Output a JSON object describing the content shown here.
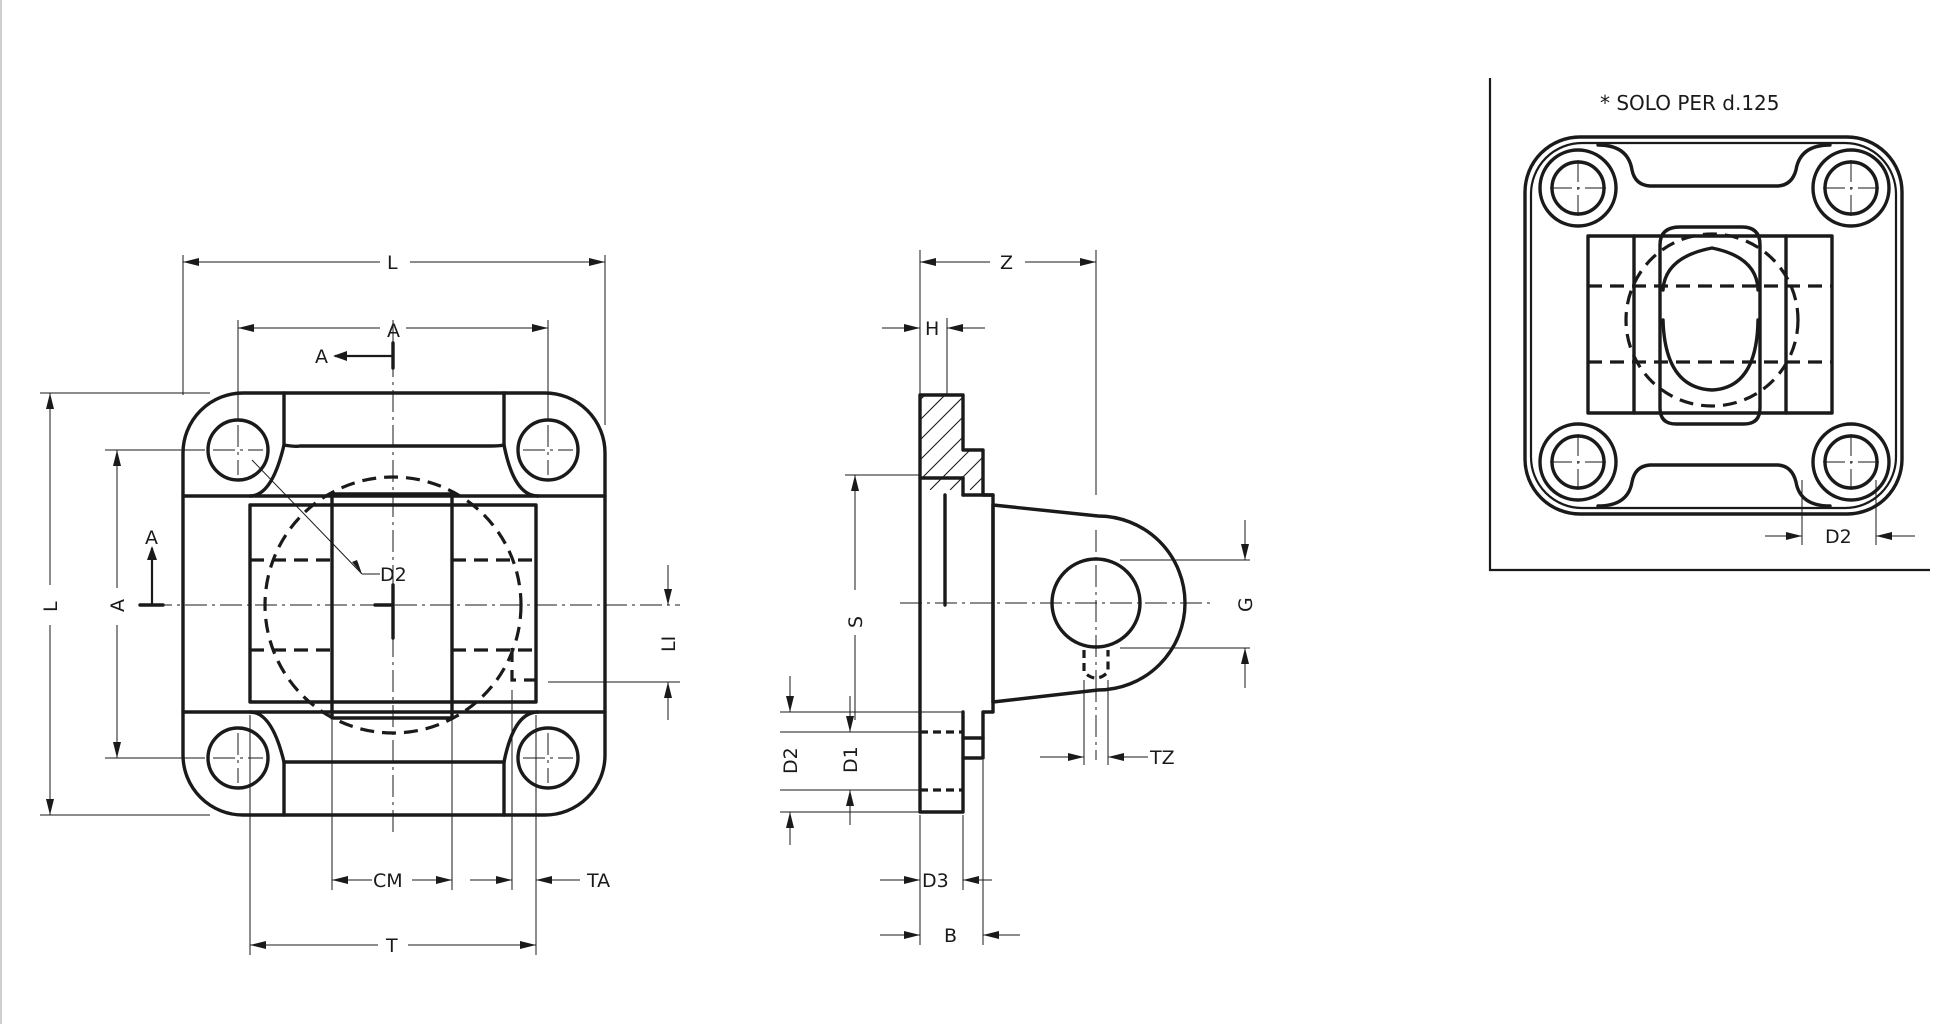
{
  "front_view": {
    "dim_L_top": "L",
    "dim_A_top": "A",
    "dim_L_left": "L",
    "dim_A_left": "A",
    "section_marker_top": "A",
    "section_marker_left": "A",
    "dim_D2": "D2",
    "dim_LI": "LI",
    "dim_CM": "CM",
    "dim_TA": "TA",
    "dim_T": "T"
  },
  "side_view": {
    "dim_Z": "Z",
    "dim_H": "H",
    "dim_S": "S",
    "dim_G": "G",
    "dim_D2": "D2",
    "dim_D1": "D1",
    "dim_TZ": "TZ",
    "dim_D3": "D3",
    "dim_B": "B"
  },
  "detail_view": {
    "note": "* SOLO PER d.125",
    "dim_D2": "D2"
  }
}
